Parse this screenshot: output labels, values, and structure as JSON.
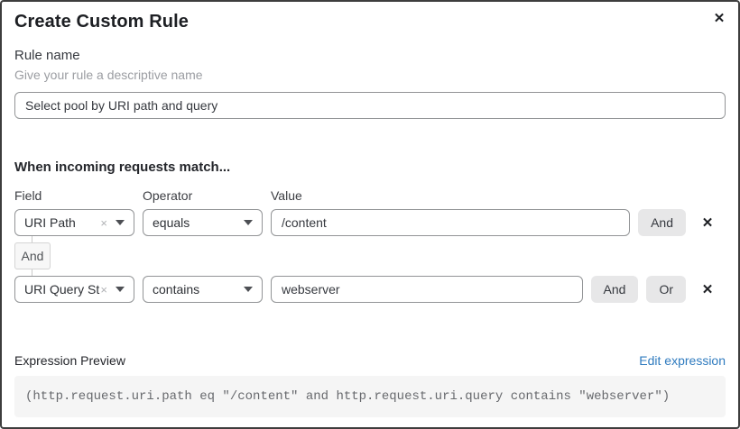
{
  "dialog": {
    "title": "Create Custom Rule",
    "close_glyph": "✕"
  },
  "rule_name": {
    "label": "Rule name",
    "helper": "Give your rule a descriptive name",
    "value": "Select pool by URI path and query"
  },
  "match_section": {
    "heading": "When incoming requests match...",
    "columns": {
      "field": "Field",
      "operator": "Operator",
      "value": "Value"
    },
    "connector_label": "And",
    "rows": [
      {
        "field": "URI Path",
        "operator": "equals",
        "value": "/content",
        "and_label": "And",
        "remove_glyph": "✕"
      },
      {
        "field": "URI Query St...",
        "operator": "contains",
        "value": "webserver",
        "and_label": "And",
        "or_label": "Or",
        "remove_glyph": "✕"
      }
    ],
    "clear_glyph": "×"
  },
  "expression_preview": {
    "label": "Expression Preview",
    "edit_link": "Edit expression",
    "expression": "(http.request.uri.path eq \"/content\" and http.request.uri.query contains \"webserver\")"
  },
  "colors": {
    "link_blue": "#2f7bbf",
    "button_gray": "#e7e7e8",
    "code_background": "#f5f5f5",
    "border_gray": "#929496"
  }
}
